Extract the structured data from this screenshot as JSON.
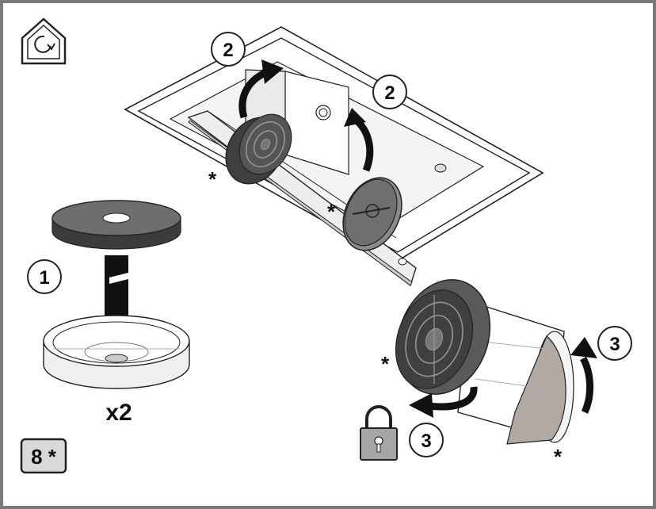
{
  "step_badge": {
    "text": "8 *"
  },
  "quantity": "x2",
  "step_numbers": {
    "one": "1",
    "two_a": "2",
    "two_b": "2",
    "three_a": "3",
    "three_b": "3"
  },
  "asterisk": "*",
  "icons": {
    "house": "house-rotate-icon",
    "lock": "padlock-icon"
  },
  "colors": {
    "frame_border": "#7a7a7a",
    "filter_dark": "#4a4a4a",
    "filter_mid": "#7d7d7d",
    "badge_fill": "#d9d9d9",
    "lock_fill": "#a6a6a6",
    "arrow": "#111111"
  }
}
